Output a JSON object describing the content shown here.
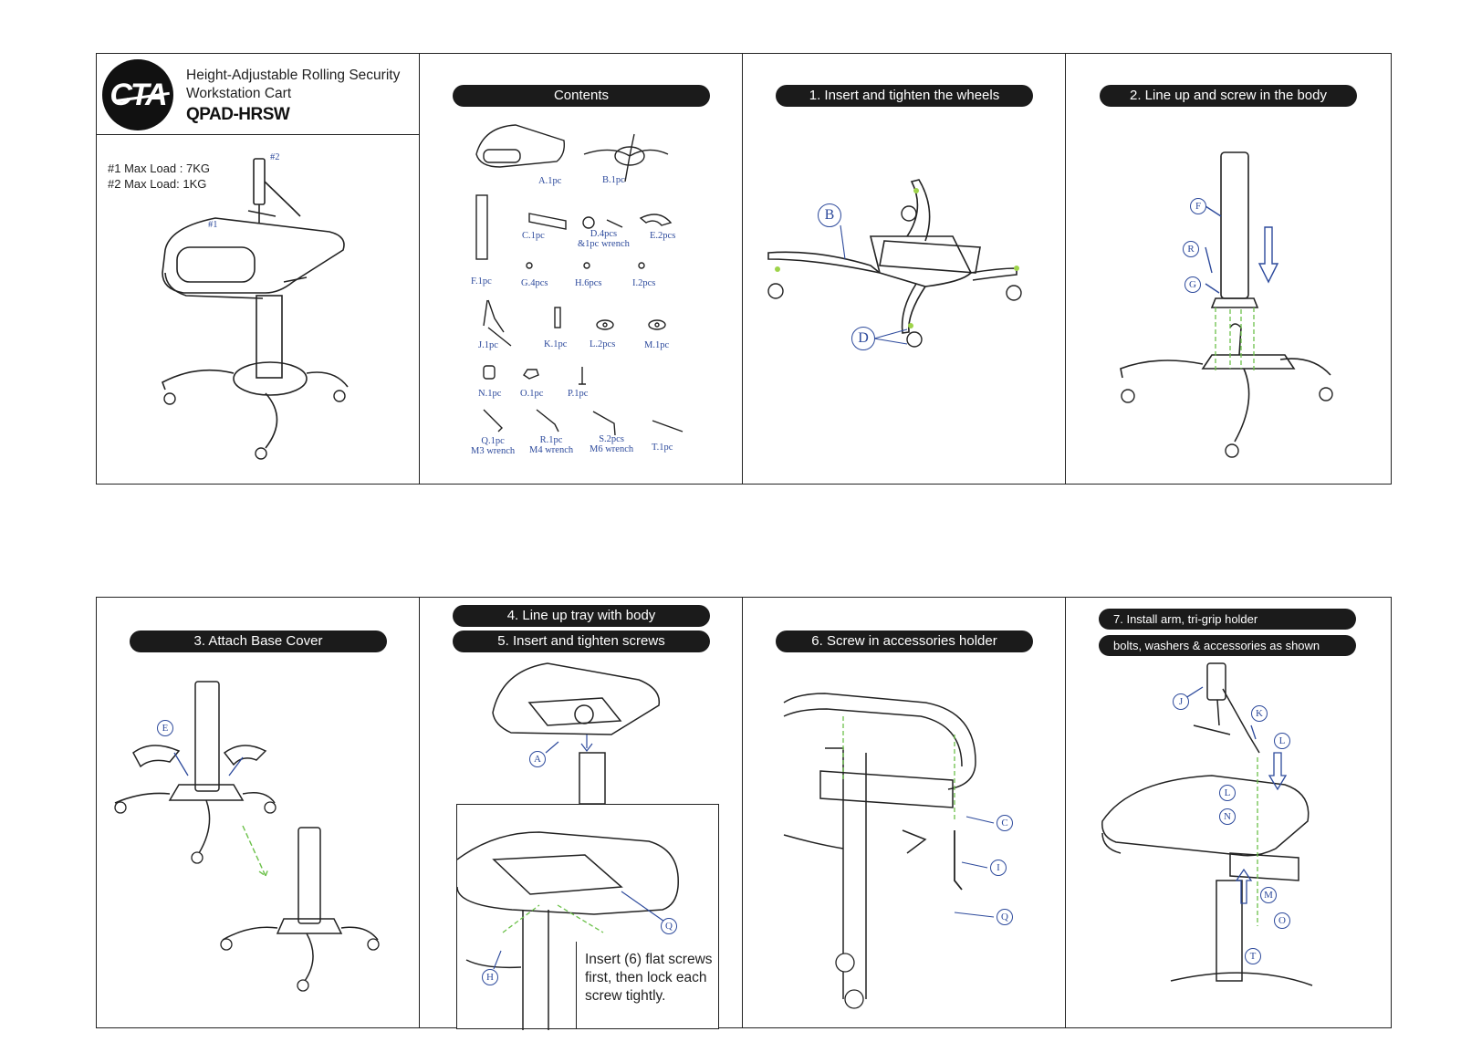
{
  "header": {
    "logo_text": "CTA",
    "title_line1": "Height-Adjustable Rolling Security",
    "title_line2": "Workstation Cart",
    "model": "QPAD-HRSW"
  },
  "overview": {
    "load1": "#1 Max Load : 7KG",
    "load2": "#2 Max Load: 1KG",
    "mark1": "#1",
    "mark2": "#2"
  },
  "contents": {
    "title": "Contents",
    "parts": [
      {
        "label": "A.1pc"
      },
      {
        "label": "B.1pc"
      },
      {
        "label": "C.1pc"
      },
      {
        "label": "D.4pcs",
        "label2": "&1pc wrench"
      },
      {
        "label": "E.2pcs"
      },
      {
        "label": "F.1pc"
      },
      {
        "label": "G.4pcs"
      },
      {
        "label": "H.6pcs"
      },
      {
        "label": "I.2pcs"
      },
      {
        "label": "J.1pc"
      },
      {
        "label": "K.1pc"
      },
      {
        "label": "L.2pcs"
      },
      {
        "label": "M.1pc"
      },
      {
        "label": "N.1pc"
      },
      {
        "label": "O.1pc"
      },
      {
        "label": "P.1pc"
      },
      {
        "label": "Q.1pc",
        "label2": "M3 wrench"
      },
      {
        "label": "R.1pc",
        "label2": "M4 wrench"
      },
      {
        "label": "S.2pcs",
        "label2": "M6 wrench"
      },
      {
        "label": "T.1pc"
      }
    ]
  },
  "steps": {
    "step1": "1. Insert and tighten the wheels",
    "step2": "2. Line up and screw in the body",
    "step3": "3. Attach Base Cover",
    "step4": "4. Line up tray with body",
    "step5": "5. Insert and tighten screws",
    "step6": "6. Screw in accessories holder",
    "step7a": "7. Install arm, tri-grip holder",
    "step7b": "bolts, washers & accessories as shown"
  },
  "callouts": {
    "s1": [
      "B",
      "D"
    ],
    "s2": [
      "F",
      "R",
      "G"
    ],
    "s3": [
      "E"
    ],
    "s5": [
      "A",
      "Q",
      "H"
    ],
    "s6": [
      "C",
      "I",
      "Q"
    ],
    "s7": [
      "J",
      "K",
      "L",
      "L",
      "N",
      "M",
      "O",
      "T"
    ]
  },
  "inset_note": "Insert (6) flat screws first, then lock each screw tightly."
}
